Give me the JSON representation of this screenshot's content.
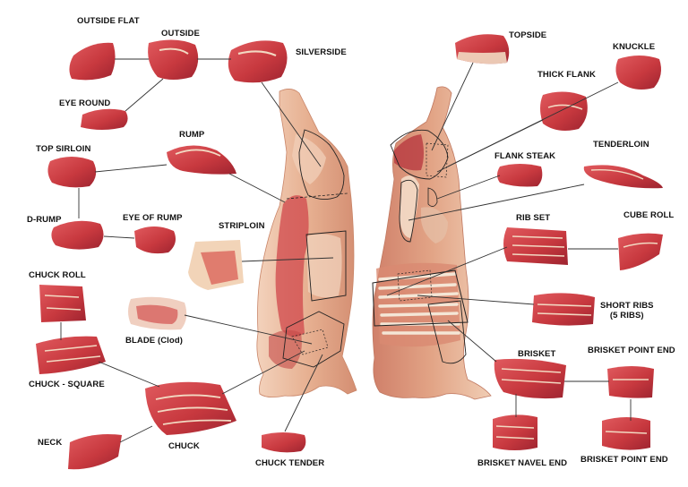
{
  "diagram": {
    "labels": {
      "outside_flat": "OUTSIDE FLAT",
      "outside": "OUTSIDE",
      "silverside": "SILVERSIDE",
      "eye_round": "EYE ROUND",
      "top_sirloin": "TOP SIRLOIN",
      "rump": "RUMP",
      "d_rump": "D-RUMP",
      "eye_of_rump": "EYE OF RUMP",
      "striploin": "STRIPLOIN",
      "chuck_roll": "CHUCK ROLL",
      "blade": "BLADE (Clod)",
      "chuck_square": "CHUCK - SQUARE",
      "neck": "NECK",
      "chuck": "CHUCK",
      "chuck_tender": "CHUCK TENDER",
      "topside": "TOPSIDE",
      "knuckle": "KNUCKLE",
      "thick_flank": "THICK FLANK",
      "tenderloin": "TENDERLOIN",
      "flank_steak": "FLANK STEAK",
      "rib_set": "RIB SET",
      "cube_roll": "CUBE ROLL",
      "short_ribs": "SHORT RIBS\n(5 RIBS)",
      "brisket": "BRISKET",
      "brisket_point_end_top": "BRISKET POINT END",
      "brisket_navel_end": "BRISKET NAVEL END",
      "brisket_point_end_bottom": "BRISKET POINT END"
    },
    "colors": {
      "lean_meat": "#c8393f",
      "dark_meat": "#a82530",
      "fat": "#f2d9c2",
      "carcass": "#e8b79a",
      "bone": "#f4e6d6",
      "leader_line": "#333333"
    }
  }
}
